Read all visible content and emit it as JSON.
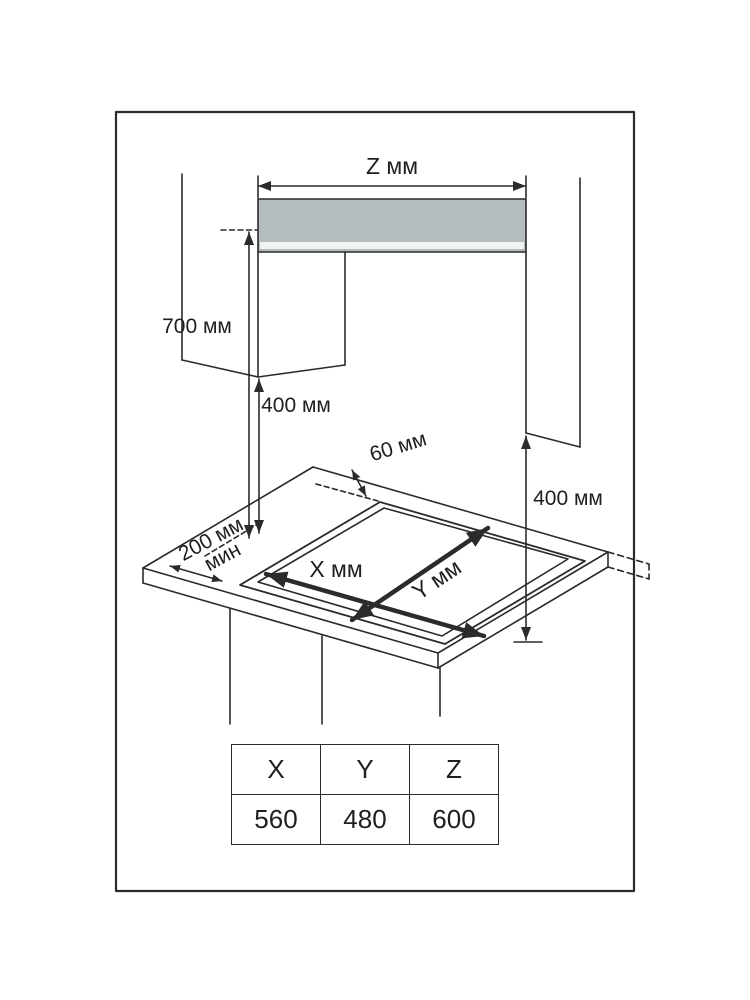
{
  "page": {
    "background_color": "#ffffff",
    "line_color": "#2b2b2b",
    "strip_color": "#b5bcbd"
  },
  "diagram": {
    "labels": {
      "z": "Z мм",
      "height_700": "700 мм",
      "height_400_left": "400 мм",
      "gap_60": "60 мм",
      "height_400_right": "400 мм",
      "min_200_line1": "200 мм",
      "min_200_line2": "мин",
      "x": "X мм",
      "y": "Y мм"
    }
  },
  "table": {
    "headers": [
      "X",
      "Y",
      "Z"
    ],
    "values": [
      "560",
      "480",
      "600"
    ]
  }
}
